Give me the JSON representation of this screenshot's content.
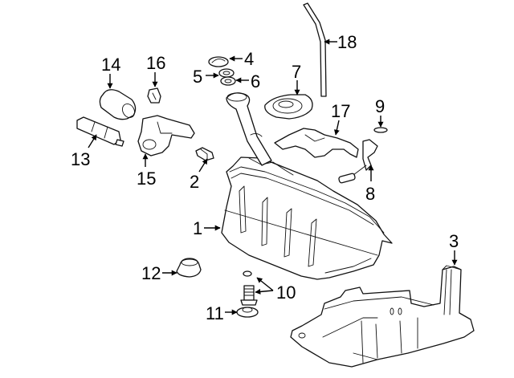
{
  "diagram": {
    "title": "Fuel Tank Assembly Parts Diagram",
    "colors": {
      "line": "#111111",
      "background": "#ffffff"
    },
    "callouts": [
      {
        "id": "1",
        "label": "1"
      },
      {
        "id": "2",
        "label": "2"
      },
      {
        "id": "3",
        "label": "3"
      },
      {
        "id": "4",
        "label": "4"
      },
      {
        "id": "5",
        "label": "5"
      },
      {
        "id": "6",
        "label": "6"
      },
      {
        "id": "7",
        "label": "7"
      },
      {
        "id": "8",
        "label": "8"
      },
      {
        "id": "9",
        "label": "9"
      },
      {
        "id": "10",
        "label": "10"
      },
      {
        "id": "11",
        "label": "11"
      },
      {
        "id": "12",
        "label": "12"
      },
      {
        "id": "13",
        "label": "13"
      },
      {
        "id": "14",
        "label": "14"
      },
      {
        "id": "15",
        "label": "15"
      },
      {
        "id": "16",
        "label": "16"
      },
      {
        "id": "17",
        "label": "17"
      },
      {
        "id": "18",
        "label": "18"
      }
    ]
  }
}
